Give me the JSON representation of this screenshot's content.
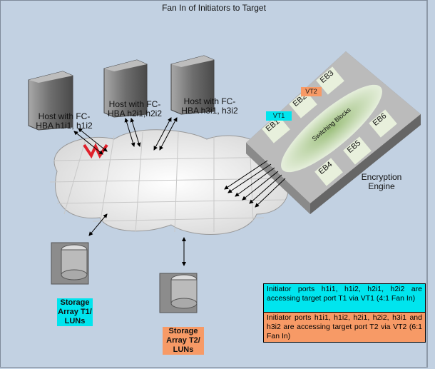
{
  "title": "Fan In of Initiators to Target",
  "hosts": [
    {
      "label": "Host with FC-HBA h1i1, h1i2"
    },
    {
      "label": "Host with FC-HBA h2i1,h2i2"
    },
    {
      "label": "Host with FC-HBA h3i1, h3i2"
    }
  ],
  "engine": {
    "label": "Encryption Engine",
    "center_label": "Switching Blocks",
    "blocks": [
      "EB1",
      "EB2",
      "EB3",
      "EB4",
      "EB5",
      "EB6"
    ],
    "vt1": "VT1",
    "vt2": "VT2"
  },
  "storage": [
    {
      "label": "Storage Array T1/ LUNs",
      "color": "#00e5ee"
    },
    {
      "label": "Storage Array T2/ LUNs",
      "color": "#f79a66"
    }
  ],
  "legend": [
    {
      "text": "Initiator ports h1i1, h1i2, h2i1, h2i2 are accessing target port T1 via VT1 (4:1 Fan In)",
      "color": "#00e5ee"
    },
    {
      "text": "Initiator ports h1i1, h1i2, h2i1, h2i2, h3i1 and h3i2 are accessing target port T2 via VT2 (6:1 Fan In)",
      "color": "#f79a66"
    }
  ],
  "colors": {
    "background": "#c2d1e2",
    "vt1": "#00e5ee",
    "vt2": "#f79a66",
    "brand_logo": "#e0202a"
  }
}
